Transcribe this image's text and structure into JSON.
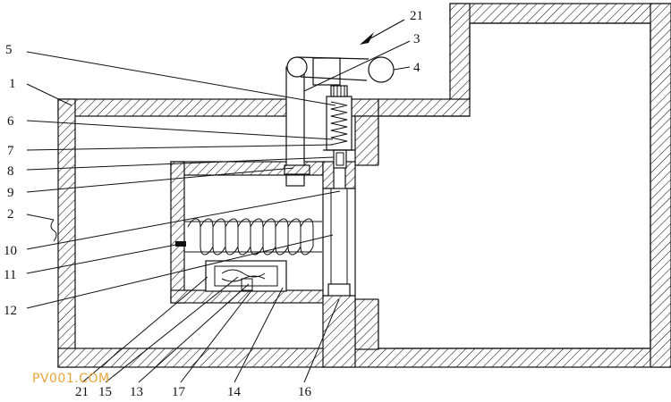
{
  "labels": {
    "l21_top": "21",
    "l3": "3",
    "l4": "4",
    "l5": "5",
    "l1": "1",
    "l6": "6",
    "l7": "7",
    "l8": "8",
    "l9": "9",
    "l2": "2",
    "l10": "10",
    "l11": "11",
    "l12": "12",
    "l21_bottom": "21",
    "l15": "15",
    "l13": "13",
    "l17": "17",
    "l14": "14",
    "l16": "16"
  },
  "watermark": "PV001.COM",
  "colors": {
    "line": "#111111",
    "watermark": "#e8a53a",
    "background": "#ffffff"
  }
}
